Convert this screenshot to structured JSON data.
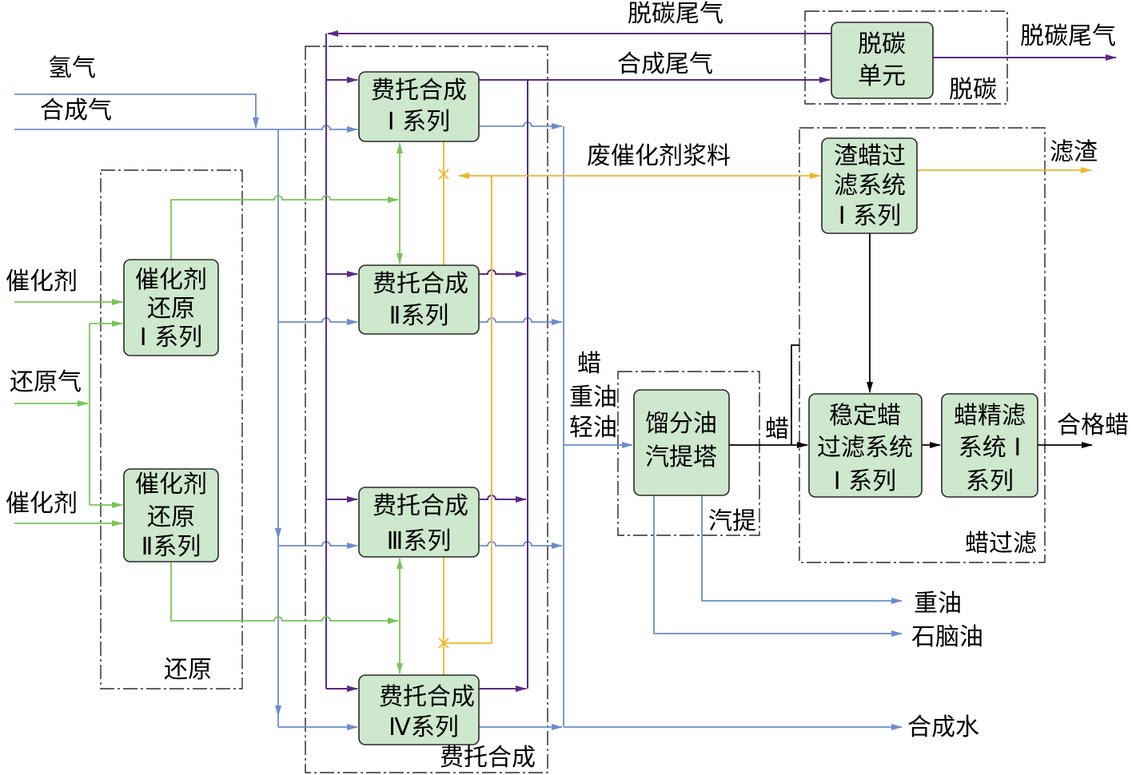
{
  "inputs": {
    "hydrogen": "氢气",
    "syngas": "合成气",
    "catalyst_1": "催化剂",
    "reduction_gas": "还原气",
    "catalyst_2": "催化剂"
  },
  "sections": {
    "reduction": "还原",
    "ft_synthesis": "费托合成",
    "decarbonization": "脱碳",
    "stripping": "汽提",
    "wax_filtration": "蜡过滤"
  },
  "units": {
    "catalyst_reduction_1": [
      "催化剂",
      "还原",
      "Ⅰ 系列"
    ],
    "catalyst_reduction_2": [
      "催化剂",
      "还原",
      "Ⅱ系列"
    ],
    "ft_synthesis_1": [
      "费托合成",
      "Ⅰ 系列"
    ],
    "ft_synthesis_2": [
      "费托合成",
      "Ⅱ系列"
    ],
    "ft_synthesis_3": [
      "费托合成",
      "Ⅲ系列"
    ],
    "ft_synthesis_4": [
      "费托合成",
      "Ⅳ系列"
    ],
    "decarbonization_unit": [
      "脱碳",
      "单元"
    ],
    "slag_wax_filter_1": [
      "渣蜡过",
      "滤系统",
      "Ⅰ 系列"
    ],
    "distillate_stripper": [
      "馏分油",
      "汽提塔"
    ],
    "stable_wax_filter_1": [
      "稳定蜡",
      "过滤系统",
      "Ⅰ 系列"
    ],
    "wax_fine_filter_1": [
      "蜡精滤",
      "系统 Ⅰ",
      "系列"
    ]
  },
  "streams": {
    "decarbonized_tail_gas_return": "脱碳尾气",
    "synthesis_tail_gas": "合成尾气",
    "decarbonized_tail_gas_out": "脱碳尾气",
    "spent_catalyst_slurry": "废催化剂浆料",
    "filter_residue": "滤渣",
    "ft_products": [
      "蜡",
      "重油",
      "轻油"
    ],
    "stripped_wax": "蜡",
    "qualified_wax": "合格蜡",
    "heavy_oil": "重油",
    "naphtha": "石脑油",
    "synthesis_water": "合成水"
  },
  "colors": {
    "gas_product_line": "#6d8ccb",
    "tail_gas_line": "#5b2a86",
    "catalyst_line": "#7bc45a",
    "slurry_line": "#f1b52b",
    "unit_fill": "#cde8cd"
  }
}
